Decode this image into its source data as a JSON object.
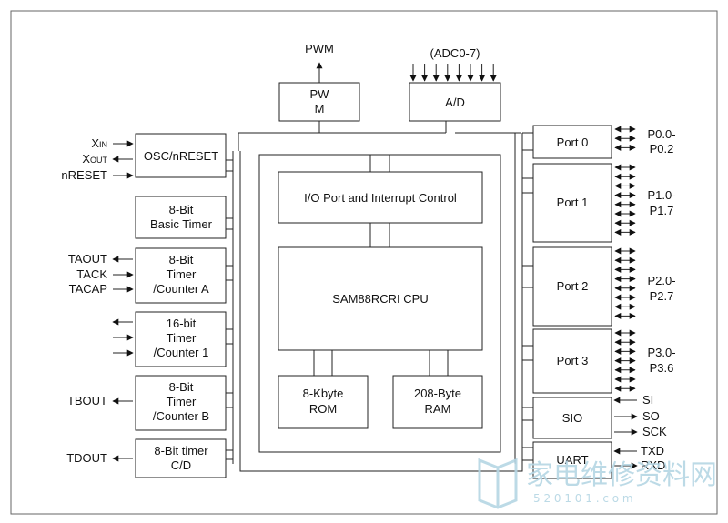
{
  "blocks": {
    "pwm": [
      "PW",
      "M"
    ],
    "ad": "A/D",
    "osc": "OSC/nRESET",
    "basic_timer": [
      "8-Bit",
      "Basic Timer"
    ],
    "timer_a": [
      "8-Bit",
      "Timer",
      "/Counter A"
    ],
    "timer_1": [
      "16-bit",
      "Timer",
      "/Counter 1"
    ],
    "timer_b": [
      "8-Bit",
      "Timer",
      "/Counter B"
    ],
    "timer_cd": [
      "8-Bit timer",
      "C/D"
    ],
    "io_control": "I/O Port and Interrupt Control",
    "cpu": "SAM88RCRI CPU",
    "rom": [
      "8-Kbyte",
      "ROM"
    ],
    "ram": [
      "208-Byte",
      "RAM"
    ],
    "port0": "Port 0",
    "port1": "Port 1",
    "port2": "Port 2",
    "port3": "Port 3",
    "sio": "SIO",
    "uart": "UART"
  },
  "signals": {
    "pwm_out": "PWM",
    "adc_in": "(ADC0-7)",
    "xin": {
      "main": "X",
      "sub": "IN"
    },
    "xout": {
      "main": "X",
      "sub": "OUT"
    },
    "nreset": "nRESET",
    "taout": "TAOUT",
    "tack": "TACK",
    "tacap": "TACAP",
    "tbout": "TBOUT",
    "tdout": "TDOUT",
    "p0": [
      "P0.0-",
      "P0.2"
    ],
    "p1": [
      "P1.0-",
      "P1.7"
    ],
    "p2": [
      "P2.0-",
      "P2.7"
    ],
    "p3": [
      "P3.0-",
      "P3.6"
    ],
    "si": "SI",
    "so": "SO",
    "sck": "SCK",
    "txd": "TXD",
    "rxd": "RXD"
  },
  "watermark": {
    "text": "家电维修资料网",
    "url": "5 2 0 1 0 1 . c o m"
  },
  "colors": {
    "line": "#222222",
    "watermark": "#b5d6e4"
  }
}
